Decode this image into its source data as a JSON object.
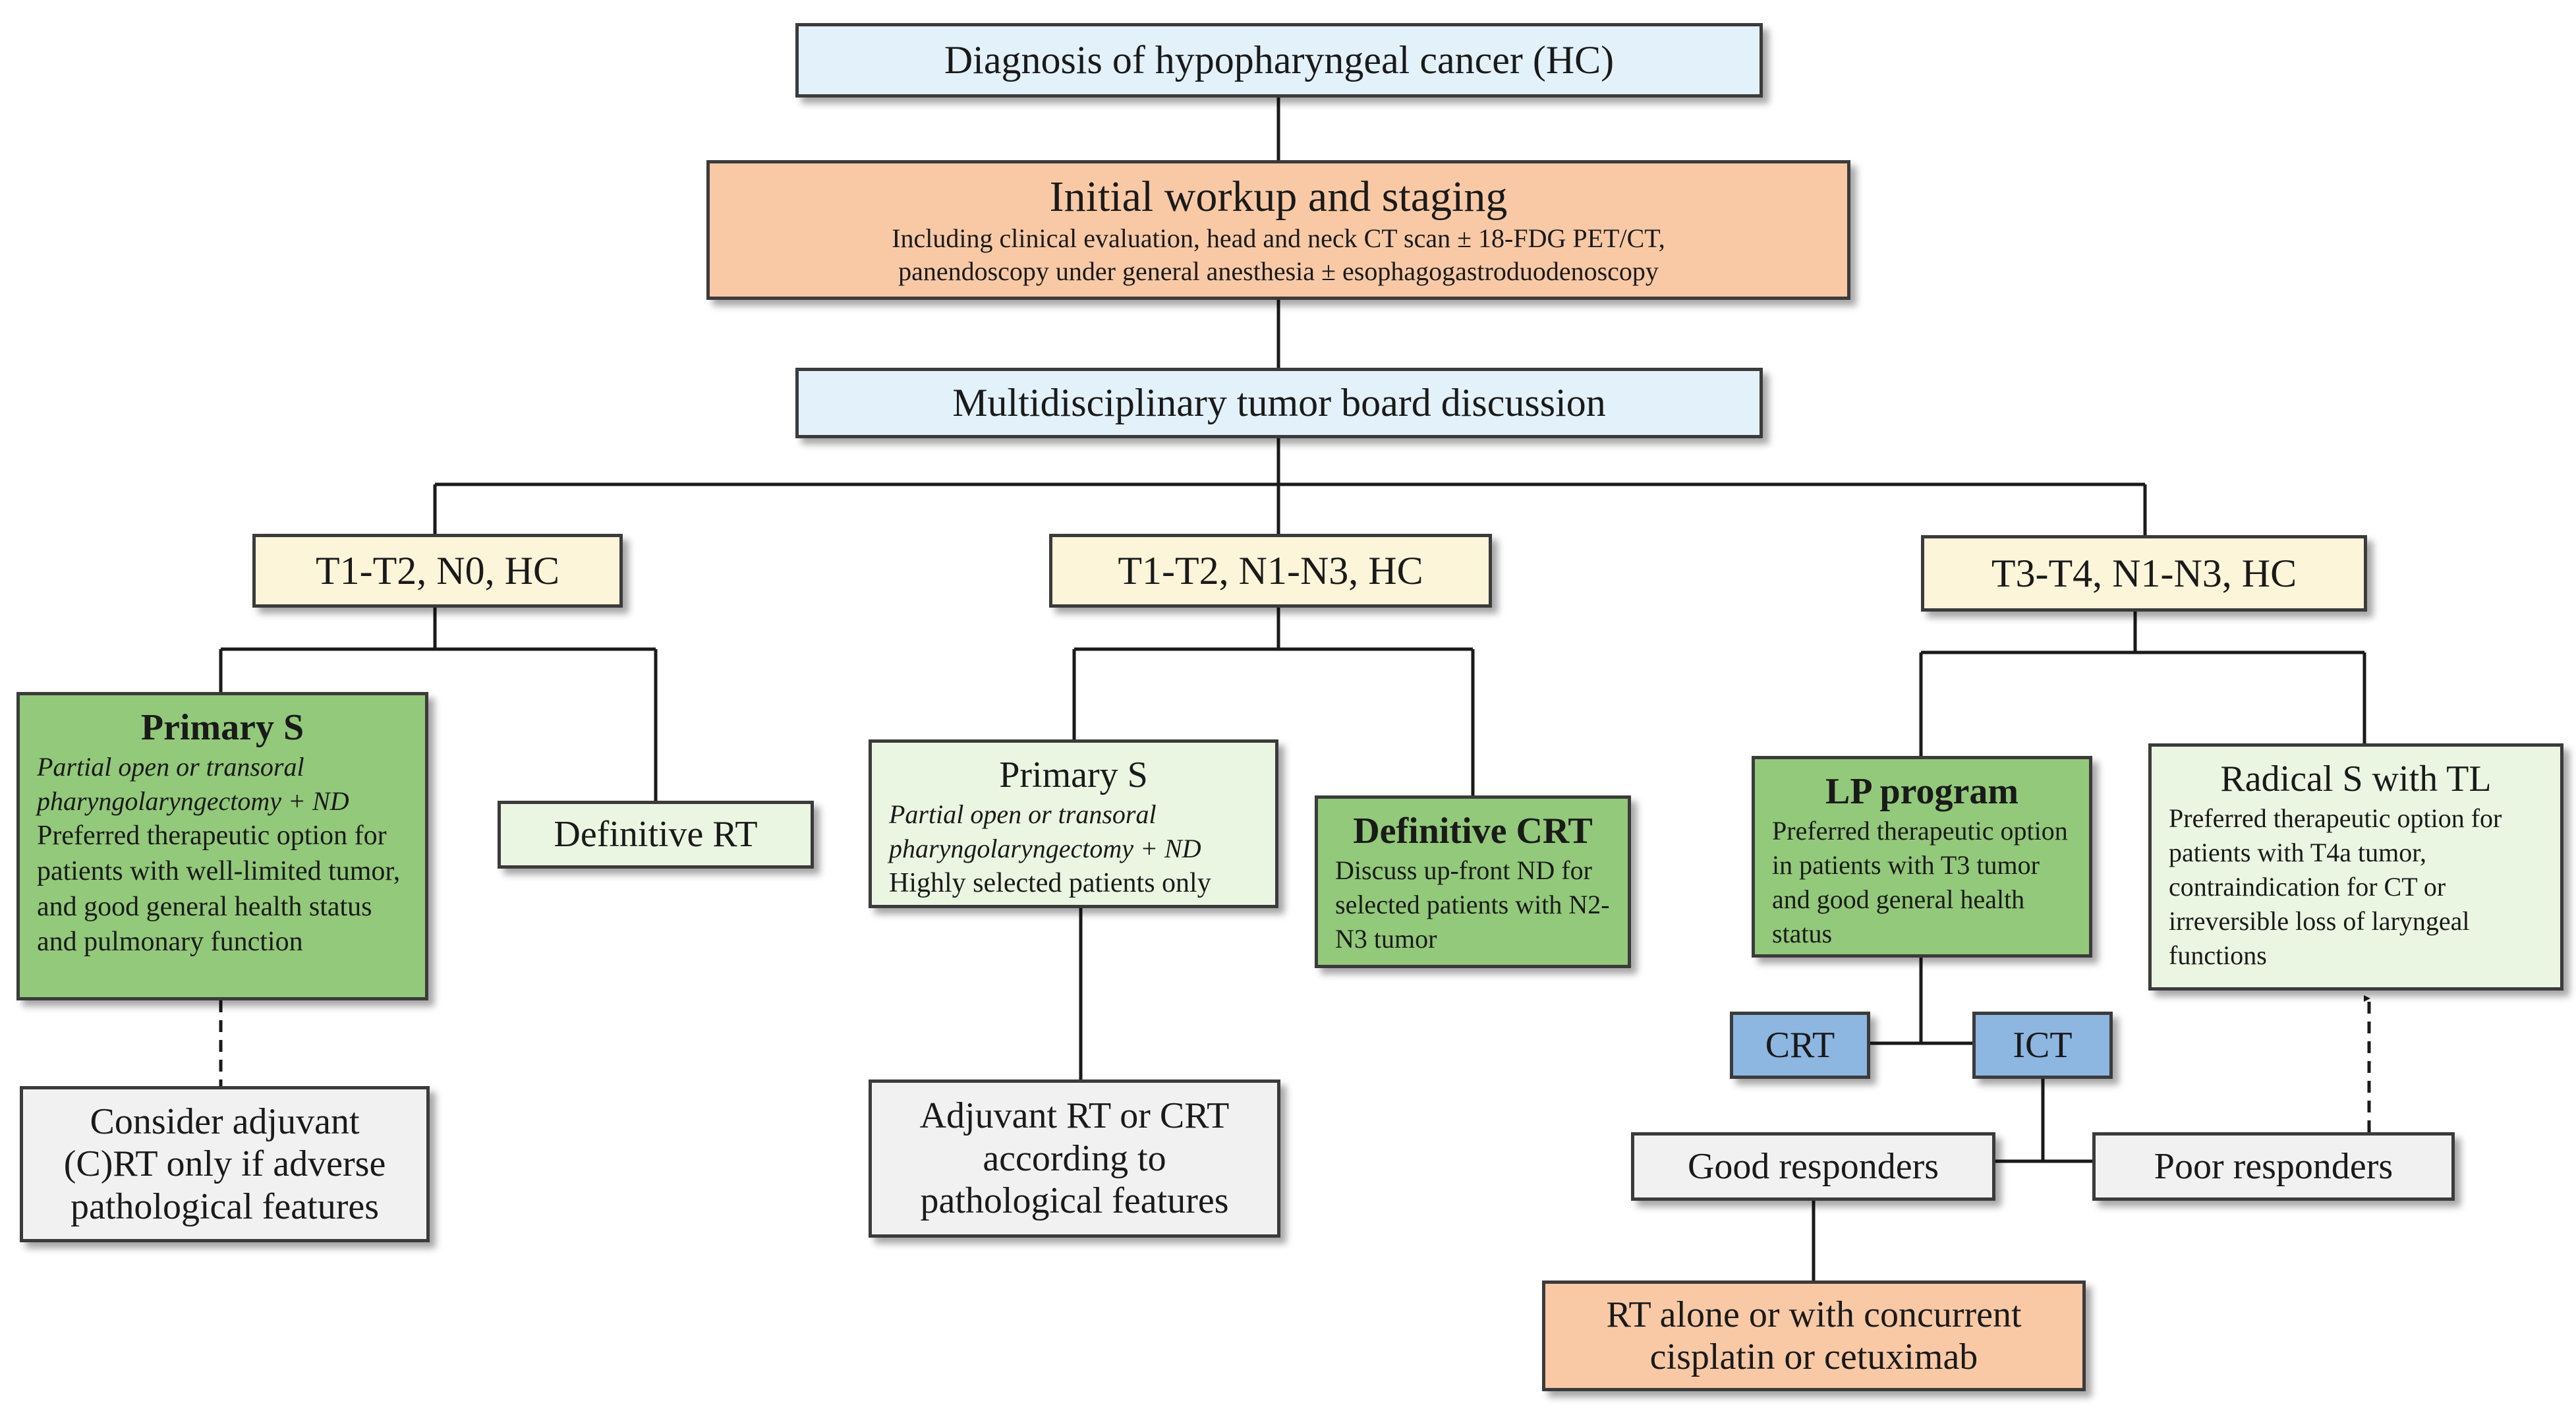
{
  "colors": {
    "line": "#3b3b3b",
    "light_blue": "#e3f1fb",
    "orange": "#f9c9a6",
    "yellow": "#fdf5d9",
    "green": "#93c97a",
    "light_green": "#eaf6e1",
    "grey": "#f1f1f1",
    "blue": "#8db6e1"
  },
  "diagnosis": "Diagnosis of hypopharyngeal cancer (HC)",
  "workup": {
    "title": "Initial workup and staging",
    "line1": "Including clinical evaluation, head and neck CT scan ± 18-FDG PET/CT,",
    "line2": "panendoscopy under general anesthesia ± esophagogastroduodenoscopy"
  },
  "mdt": "Multidisciplinary tumor board discussion",
  "stages": {
    "t1t2_n0": "T1-T2, N0, HC",
    "t1t2_n1n3": "T1-T2, N1-N3, HC",
    "t3t4_n1n3": "T3-T4, N1-N3, HC"
  },
  "left_branch": {
    "primary_s_title": "Primary S",
    "primary_s_procedure": "Partial open or transoral pharyngolaryngectomy + ND",
    "primary_s_note": "Preferred therapeutic option for patients with well-limited tumor, and good general health status and pulmonary function",
    "definitive_rt": "Definitive RT",
    "adjuvant_line1": "Consider adjuvant",
    "adjuvant_line2": "(C)RT only if adverse",
    "adjuvant_line3": "pathological features"
  },
  "middle_branch": {
    "primary_s_title": "Primary S",
    "primary_s_procedure": "Partial open or transoral pharyngolaryngectomy + ND",
    "primary_s_note": "Highly selected patients only",
    "definitive_crt_title": "Definitive CRT",
    "definitive_crt_note": "Discuss up-front ND for selected patients with N2-N3 tumor",
    "adjuvant_line1": "Adjuvant RT or CRT",
    "adjuvant_line2": "according to",
    "adjuvant_line3": "pathological features"
  },
  "right_branch": {
    "lp_title": "LP program",
    "lp_note": "Preferred therapeutic option in patients with T3 tumor and good general health status",
    "radical_title": "Radical S with TL",
    "radical_note": "Preferred therapeutic option for patients with T4a tumor, contraindication for CT or irreversible loss of laryngeal functions",
    "crt": "CRT",
    "ict": "ICT",
    "good": "Good responders",
    "poor": "Poor responders",
    "rt_line1": "RT alone or with concurrent",
    "rt_line2": "cisplatin or cetuximab"
  }
}
